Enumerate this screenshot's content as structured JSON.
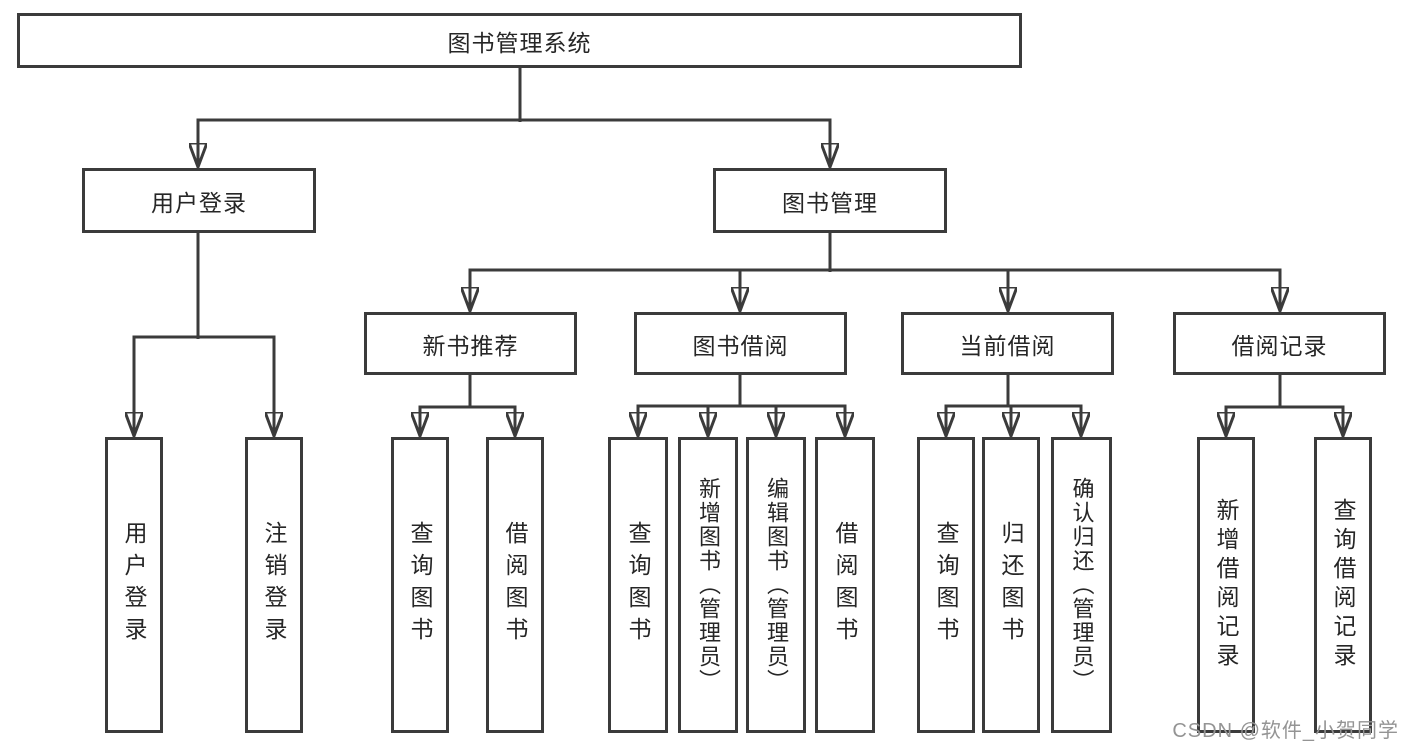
{
  "diagram_title": "图书管理系统",
  "tree": {
    "label": "图书管理系统",
    "children": [
      {
        "label": "用户登录",
        "children": [
          {
            "label": "用户登录"
          },
          {
            "label": "注销登录"
          }
        ]
      },
      {
        "label": "图书管理",
        "children": [
          {
            "label": "新书推荐",
            "children": [
              {
                "label": "查询图书"
              },
              {
                "label": "借阅图书"
              }
            ]
          },
          {
            "label": "图书借阅",
            "children": [
              {
                "label": "查询图书"
              },
              {
                "label": "新增图书（管理员）"
              },
              {
                "label": "编辑图书（管理员）"
              },
              {
                "label": "借阅图书"
              }
            ]
          },
          {
            "label": "当前借阅",
            "children": [
              {
                "label": "查询图书"
              },
              {
                "label": "归还图书"
              },
              {
                "label": "确认归还（管理员）"
              }
            ]
          },
          {
            "label": "借阅记录",
            "children": [
              {
                "label": "新增借阅记录"
              },
              {
                "label": "查询借阅记录"
              }
            ]
          }
        ]
      }
    ]
  },
  "watermark": "CSDN @软件_小贺同学",
  "colors": {
    "line": "#3b3b3b",
    "box_border": "#3b3b3b",
    "text": "#262626",
    "watermark_text": "#949494",
    "background": "#ffffff"
  }
}
